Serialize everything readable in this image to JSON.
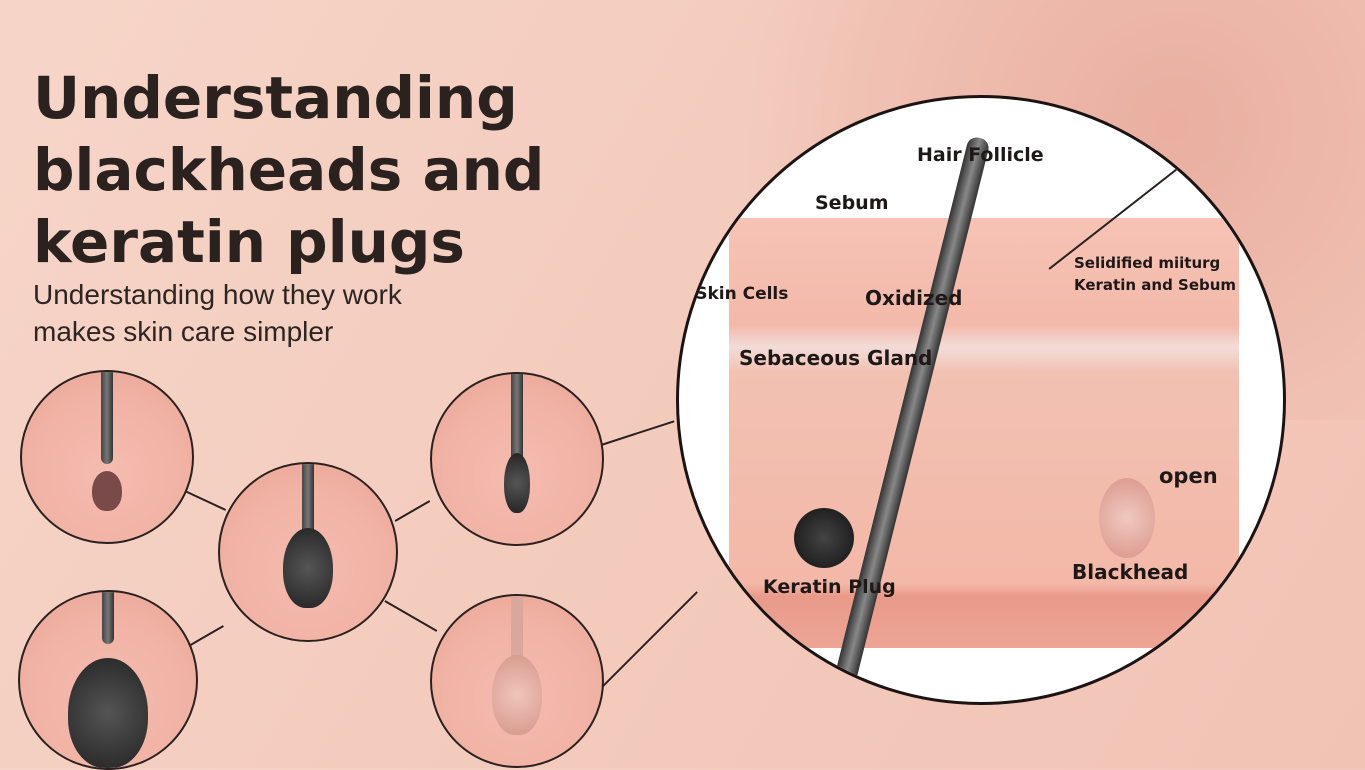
{
  "title": "Understanding blackheads and keratin plugs",
  "subtitle": "Understanding how they work makes skin care simpler",
  "diagram_labels": {
    "hair_follicle": "Hair Follicle",
    "sebum": "Sebum",
    "dead_skin_cells": "Dead Skin Cells",
    "oxidized": "Oxidized",
    "solidified_mixture": "Selidified miiturg",
    "keratin_and_sebum": "Keratin and Sebum",
    "sebaceous_gland": "Sebaceous Gland",
    "open": "open",
    "keratin_plug": "Keratin Plug",
    "blackhead": "Blackhead"
  }
}
